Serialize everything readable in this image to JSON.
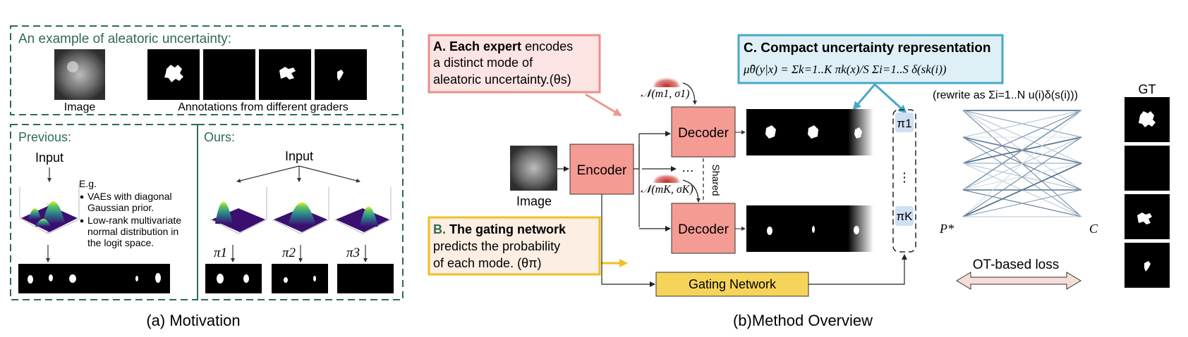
{
  "panel_a": {
    "example_title": "An example of aleatoric uncertainty:",
    "image_label": "Image",
    "annotations_label": "Annotations from different graders",
    "previous_title": "Previous:",
    "previous_input": "Input",
    "eg_label": "E.g.",
    "bullets": [
      [
        "VAEs with diagonal",
        "Gaussian prior."
      ],
      [
        "Low-rank multivariate",
        "normal distribution in",
        "the logit space."
      ]
    ],
    "ours_title": "Ours:",
    "ours_input": "Input",
    "pi_labels": [
      "π1",
      "π2",
      "π3"
    ],
    "caption": "(a) Motivation"
  },
  "panel_b": {
    "callout_a": {
      "bold": "A. Each expert",
      "rest": " encodes",
      "line2": "a distinct mode of",
      "line3": "aleatoric uncertainty.(θs)"
    },
    "callout_b": {
      "bold_prefix": "B.",
      "bold": " The gating network",
      "line2": "predicts the probability",
      "line3": "of each mode. (θπ)"
    },
    "callout_c": {
      "title": "C. Compact uncertainty representation",
      "formula": "μ̂θ(y|x) = Σk=1..K πk(x)/S Σi=1..S δ(sk(i))"
    },
    "rewrite_note": "(rewrite as Σi=1..N u(i)δ(s(i)))",
    "encoder_label": "Encoder",
    "decoder_label": "Decoder",
    "shared_label": "Shared",
    "gating_label": "Gating Network",
    "image_label": "Image",
    "noise_top": "𝒩(m1, σ1)",
    "noise_bottom": "𝒩(mK, σK)",
    "ellipsis": "…",
    "pi_top": "π1",
    "pi_bottom": "πK",
    "vdots": "⋮",
    "p_star": "P*",
    "c_label": "C",
    "ot_loss": "OT-based loss",
    "gt_label": "GT",
    "caption": "(b)Method Overview"
  },
  "colors": {
    "panel_border": "#2f6a57",
    "callout_a_border": "#e9908a",
    "callout_a_fill": "#fbe4e1",
    "callout_b_border": "#f0c020",
    "callout_b_fill": "#fdeee3",
    "callout_c_border": "#4aa7c8",
    "callout_c_fill": "#def0f6",
    "block_fill": "#f49b93",
    "gating_fill": "#f6d45a",
    "pi_fill": "#cfe0f3"
  }
}
